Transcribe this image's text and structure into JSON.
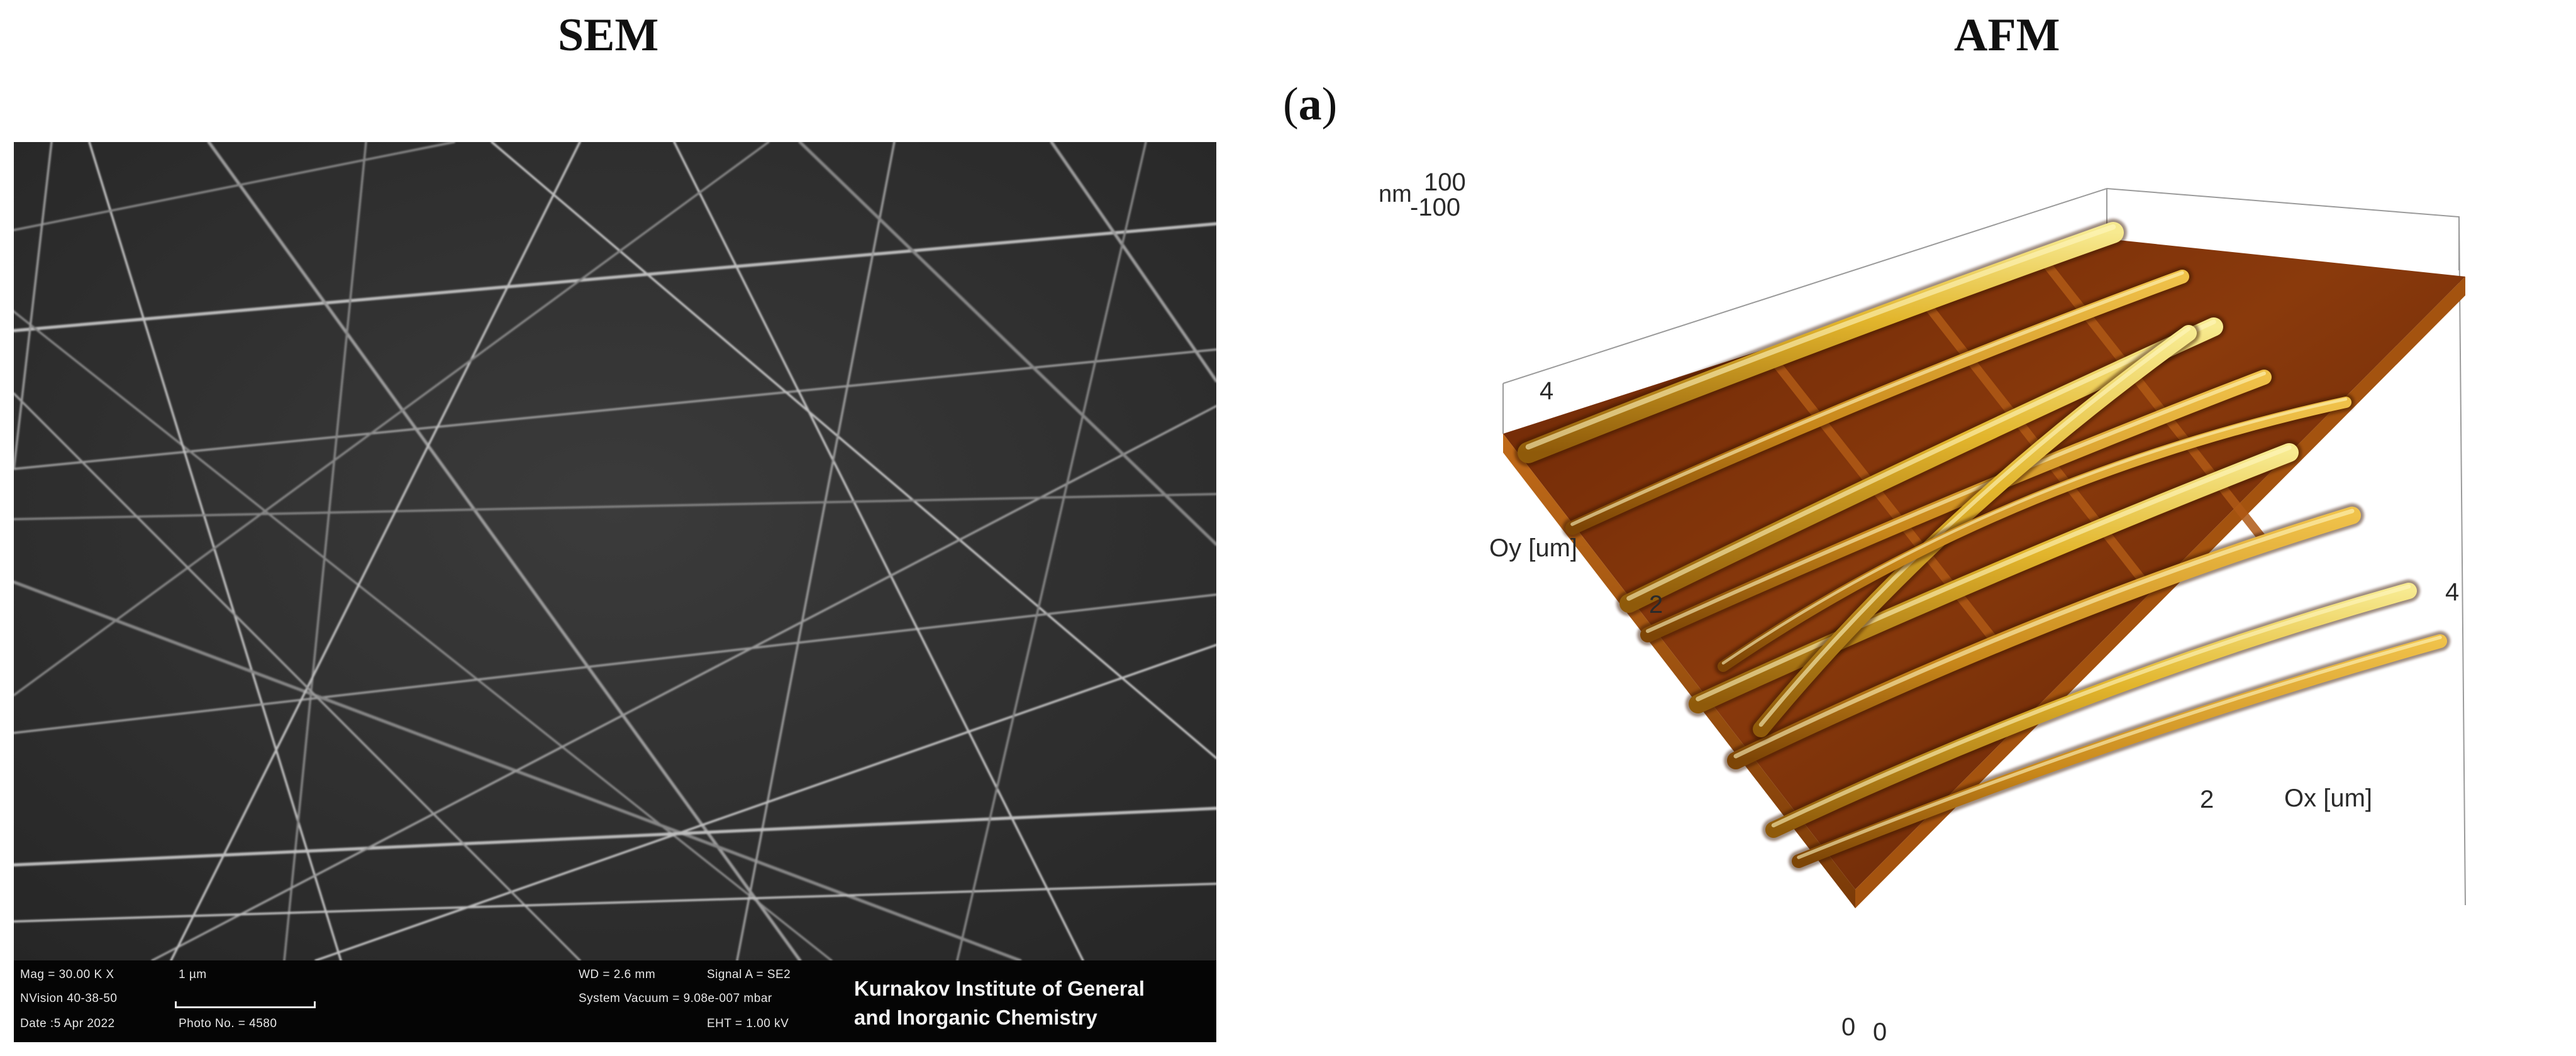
{
  "figure": {
    "headings": {
      "sem": "SEM",
      "afm": "AFM"
    },
    "panel_label": "a"
  },
  "sem": {
    "databar": {
      "mag": "Mag = 30.00 K X",
      "scale": "1 µm",
      "instrument": "NVision 40-38-50",
      "date": "Date :5 Apr 2022",
      "photo": "Photo No. = 4580",
      "wd": "WD = 2.6 mm",
      "signal": "Signal A = SE2",
      "vacuum": "System Vacuum = 9.08e-007 mbar",
      "eht": "EHT = 1.00 kV",
      "institute_line1": "Kurnakov Institute of General",
      "institute_line2": "and Inorganic Chemistry"
    }
  },
  "afm": {
    "z_unit": "nm",
    "z_max": "100",
    "z_min": "-100",
    "y_axis_label": "Oy [um]",
    "x_axis_label": "Ox [um]",
    "y_ticks": [
      "4",
      "2",
      "0"
    ],
    "x_ticks": [
      "0",
      "2",
      "4"
    ],
    "colors": {
      "substrate": "#7a2e08",
      "fiber_light": "#f2e07a",
      "fiber_mid": "#d9a520",
      "fiber_dark": "#9a5d0c"
    }
  }
}
